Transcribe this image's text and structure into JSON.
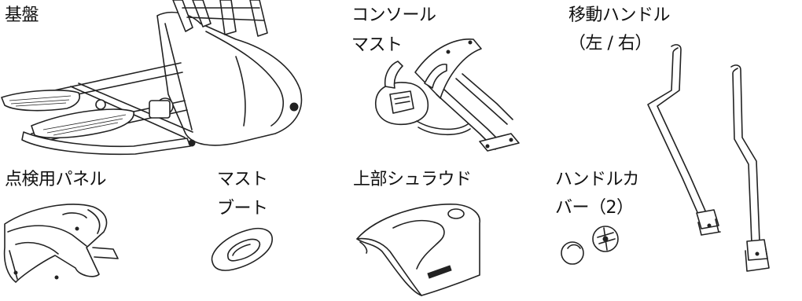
{
  "parts": {
    "base": {
      "label": "基盤"
    },
    "console_mast": {
      "label_line1": "コンソール",
      "label_line2": "マスト"
    },
    "move_handles": {
      "label_line1": "移動ハンドル",
      "label_line2": "（左 / 右）"
    },
    "access_panel": {
      "label": "点検用パネル"
    },
    "mast_boot": {
      "label_line1": "マスト",
      "label_line2": "ブート"
    },
    "upper_shroud": {
      "label": "上部シュラウド"
    },
    "handle_cover": {
      "label_line1": "ハンドルカ",
      "label_line2": "バー（2）"
    }
  }
}
